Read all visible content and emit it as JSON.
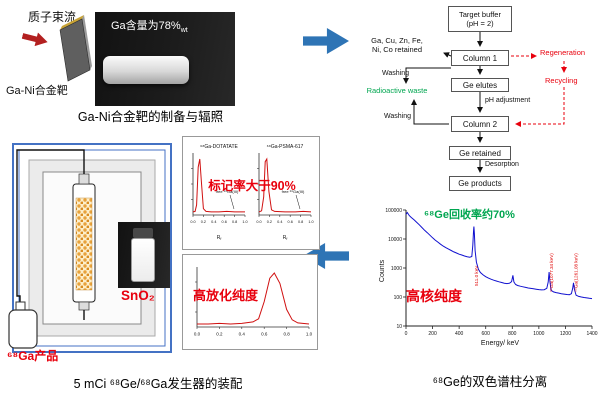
{
  "colors": {
    "arrow_blue": "#2e74b5",
    "annotation_red": "#e8000d",
    "annotation_green": "#00a650",
    "frame_blue": "#4472c4",
    "spectrum_blue": "#1010cf",
    "chromatogram_red": "#d01010"
  },
  "prep": {
    "beam_label": "质子束流",
    "target_label": "Ga-Ni合金靶",
    "photo_text_main": "Ga含量为78%",
    "photo_text_sub": "wt",
    "caption": "Ga-Ni合金靶的制备与辐照"
  },
  "flowchart": {
    "target_buffer_l1": "Target buffer",
    "target_buffer_l2": "(pH = 2)",
    "column1": "Column 1",
    "retained_l1": "Ga, Cu, Zn, Fe,",
    "retained_l2": "Ni, Co retained",
    "washing1": "Washing",
    "radioactive_waste": "Radioactive waste",
    "regeneration": "Regeneration",
    "recycling": "Recycling",
    "ge_elutes": "Ge elutes",
    "ph_adjustment": "pH adjustment",
    "washing2": "Washing",
    "column2": "Column 2",
    "ge_retained": "Ge retained",
    "desorption": "Desorption",
    "ge_products": "Ge products"
  },
  "spectrum": {
    "ylabel": "Counts",
    "xlabel": "Energy/ keV",
    "annotation_recovery": "⁶⁸Ge回收率约70%",
    "annotation_purity": "高核纯度",
    "caption": "⁶⁸Ge的双色谱柱分离"
  },
  "tlc": {
    "title_left": "⁶⁸Ga-DOTATATE",
    "title_right": "⁶⁸Ga-PSMA-617",
    "annotation": "标记率大于90%",
    "free_label": "free ⁶⁸Ga(III)",
    "rf_r": "R",
    "rf_f": "f"
  },
  "purity": {
    "annotation": "高放化纯度"
  },
  "generator": {
    "sno2": "SnO₂",
    "product_label": "⁶⁸Ga产品",
    "caption": "5 mCi ⁶⁸Ge/⁶⁸Ga发生器的装配"
  },
  "chart_data": [
    {
      "id": "gamma_spectrum",
      "type": "line",
      "xlabel": "Energy/ keV",
      "ylabel": "Counts",
      "x_range": [
        0,
        1400
      ],
      "y_range": [
        10,
        100000
      ],
      "y_scale": "log",
      "xticks": [
        0,
        200,
        400,
        600,
        800,
        1000,
        1200,
        1400
      ],
      "yticks": [
        10,
        100,
        1000,
        10000,
        100000
      ],
      "line_color": "#1010cf",
      "points": [
        [
          0,
          70000
        ],
        [
          10,
          82000
        ],
        [
          25,
          64000
        ],
        [
          40,
          55000
        ],
        [
          60,
          46000
        ],
        [
          80,
          38000
        ],
        [
          100,
          31000
        ],
        [
          120,
          25000
        ],
        [
          140,
          20000
        ],
        [
          160,
          16500
        ],
        [
          180,
          13500
        ],
        [
          200,
          11000
        ],
        [
          220,
          9200
        ],
        [
          240,
          7800
        ],
        [
          260,
          6600
        ],
        [
          280,
          5700
        ],
        [
          300,
          5000
        ],
        [
          320,
          4500
        ],
        [
          340,
          4000
        ],
        [
          360,
          3600
        ],
        [
          380,
          3300
        ],
        [
          400,
          3000
        ],
        [
          420,
          2800
        ],
        [
          440,
          2600
        ],
        [
          460,
          2450
        ],
        [
          480,
          2350
        ],
        [
          495,
          2500
        ],
        [
          503,
          6000
        ],
        [
          508,
          18000
        ],
        [
          511,
          27000
        ],
        [
          515,
          15000
        ],
        [
          520,
          4000
        ],
        [
          530,
          1600
        ],
        [
          545,
          900
        ],
        [
          560,
          700
        ],
        [
          580,
          580
        ],
        [
          600,
          500
        ],
        [
          620,
          450
        ],
        [
          640,
          410
        ],
        [
          660,
          380
        ],
        [
          680,
          355
        ],
        [
          700,
          335
        ],
        [
          720,
          315
        ],
        [
          740,
          300
        ],
        [
          760,
          290
        ],
        [
          780,
          300
        ],
        [
          795,
          340
        ],
        [
          805,
          560
        ],
        [
          812,
          330
        ],
        [
          825,
          270
        ],
        [
          840,
          250
        ],
        [
          860,
          235
        ],
        [
          880,
          225
        ],
        [
          900,
          215
        ],
        [
          920,
          205
        ],
        [
          940,
          198
        ],
        [
          960,
          192
        ],
        [
          980,
          186
        ],
        [
          1000,
          180
        ],
        [
          1020,
          176
        ],
        [
          1040,
          178
        ],
        [
          1060,
          200
        ],
        [
          1070,
          330
        ],
        [
          1077,
          720
        ],
        [
          1083,
          350
        ],
        [
          1092,
          170
        ],
        [
          1110,
          150
        ],
        [
          1130,
          142
        ],
        [
          1150,
          136
        ],
        [
          1170,
          130
        ],
        [
          1190,
          126
        ],
        [
          1210,
          122
        ],
        [
          1230,
          120
        ],
        [
          1245,
          130
        ],
        [
          1255,
          200
        ],
        [
          1261,
          310
        ],
        [
          1268,
          180
        ],
        [
          1280,
          115
        ],
        [
          1300,
          105
        ],
        [
          1320,
          100
        ],
        [
          1340,
          96
        ],
        [
          1360,
          93
        ],
        [
          1380,
          90
        ],
        [
          1400,
          88
        ]
      ],
      "peaks": [
        {
          "energy": 511,
          "label": "511.0 keV"
        },
        {
          "energy": 1077,
          "label": "⁶⁸Ga(1077.34 keV)"
        },
        {
          "energy": 1261,
          "label": "⁶⁸Ga(1261.08 keV)"
        }
      ],
      "annotations": [
        {
          "text": "⁶⁸Ge回收率约70%",
          "color": "#00a650"
        },
        {
          "text": "高核纯度",
          "color": "#e8000d"
        }
      ]
    },
    {
      "id": "tlc_dotatate",
      "type": "line",
      "title": "⁶⁸Ga-DOTATATE",
      "xlabel": "Rf",
      "x_range": [
        0,
        1
      ],
      "xticks": [
        0.0,
        0.2,
        0.4,
        0.6,
        0.8,
        1.0
      ],
      "line_color": "#d01010",
      "points": [
        [
          0,
          0.02
        ],
        [
          0.04,
          0.03
        ],
        [
          0.07,
          0.15
        ],
        [
          0.1,
          0.85
        ],
        [
          0.13,
          1.0
        ],
        [
          0.16,
          0.6
        ],
        [
          0.2,
          0.08
        ],
        [
          0.25,
          0.03
        ],
        [
          0.35,
          0.02
        ],
        [
          0.5,
          0.02
        ],
        [
          0.65,
          0.03
        ],
        [
          0.8,
          0.02
        ],
        [
          1.0,
          0.02
        ]
      ],
      "annotation": "free ⁶⁸Ga(III)"
    },
    {
      "id": "tlc_psma617",
      "type": "line",
      "title": "⁶⁸Ga-PSMA-617",
      "xlabel": "Rf",
      "x_range": [
        0,
        1
      ],
      "xticks": [
        0.0,
        0.2,
        0.4,
        0.6,
        0.8,
        1.0
      ],
      "line_color": "#d01010",
      "points": [
        [
          0,
          0.02
        ],
        [
          0.05,
          0.04
        ],
        [
          0.09,
          0.3
        ],
        [
          0.12,
          0.95
        ],
        [
          0.15,
          1.0
        ],
        [
          0.19,
          0.4
        ],
        [
          0.24,
          0.06
        ],
        [
          0.3,
          0.03
        ],
        [
          0.5,
          0.02
        ],
        [
          0.7,
          0.02
        ],
        [
          0.85,
          0.03
        ],
        [
          1.0,
          0.02
        ]
      ],
      "annotation": "free ⁶⁸Ga(III)"
    },
    {
      "id": "radiochemical_purity",
      "type": "line",
      "x_range": [
        0,
        1
      ],
      "xticks": [
        0.0,
        0.2,
        0.4,
        0.6,
        0.8,
        1.0
      ],
      "line_color": "#d01010",
      "points": [
        [
          0,
          0.02
        ],
        [
          0.1,
          0.02
        ],
        [
          0.2,
          0.03
        ],
        [
          0.3,
          0.02
        ],
        [
          0.4,
          0.03
        ],
        [
          0.5,
          0.06
        ],
        [
          0.55,
          0.12
        ],
        [
          0.6,
          0.45
        ],
        [
          0.65,
          0.9
        ],
        [
          0.69,
          1.0
        ],
        [
          0.74,
          0.8
        ],
        [
          0.8,
          0.3
        ],
        [
          0.85,
          0.1
        ],
        [
          0.9,
          0.04
        ],
        [
          1.0,
          0.02
        ]
      ]
    }
  ]
}
